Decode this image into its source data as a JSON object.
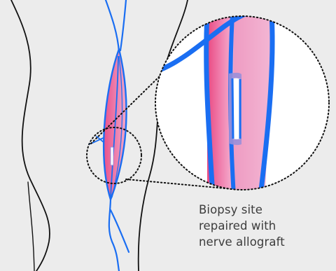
{
  "caption": {
    "line_1": "Biopsy site",
    "line_2": "repaired with",
    "line_3": "nerve allograft"
  },
  "colors": {
    "background": "#ececec",
    "nerve_blue": "#1a6ef2",
    "tissue_pink_dark": "#ec5b8e",
    "tissue_pink_light": "#f3b5d2",
    "allograft_lavender": "#9a8fd9",
    "outline": "#111111",
    "text": "#3c3c3c"
  },
  "icons": {
    "leg": "leg-outline-icon",
    "nerve": "nerve-icon",
    "magnifier": "magnified-detail-icon",
    "graft": "nerve-allograft-icon"
  }
}
